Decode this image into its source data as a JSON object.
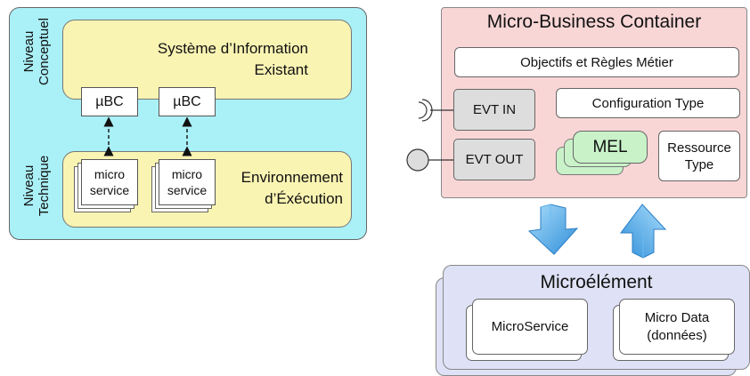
{
  "left_panel": {
    "conceptual_level_line1": "Niveau",
    "conceptual_level_line2": "Conceptuel",
    "technical_level_line1": "Niveau",
    "technical_level_line2": "Technique",
    "existing_is_line1": "Système d’Information",
    "existing_is_line2": "Existant",
    "ubc_1": "µBC",
    "ubc_2": "µBC",
    "microservice_1_line1": "micro",
    "microservice_1_line2": "service",
    "microservice_2_line1": "micro",
    "microservice_2_line2": "service",
    "exec_env_line1": "Environnement",
    "exec_env_line2": "d’Éxécution"
  },
  "container": {
    "title": "Micro-Business Container",
    "objectives": "Objectifs et Règles Métier",
    "evt_in": "EVT IN",
    "evt_out": "EVT OUT",
    "config_type": "Configuration Type",
    "mel": "MEL",
    "resource_type_line1": "Ressource",
    "resource_type_line2": "Type"
  },
  "microelement": {
    "title": "Microélément",
    "microservice": "MicroService",
    "micro_data_line1": "Micro Data",
    "micro_data_line2": "(données)"
  },
  "colors": {
    "cyan_panel": "#aaf0f7",
    "yellow_box": "#faf4b3",
    "pink_container": "#f9d6d6",
    "grey_box": "#dddddd",
    "green_mel": "#c9f2c9",
    "lavender_panel": "#dfe2f6",
    "arrow_blue": "#4aa7e8"
  }
}
